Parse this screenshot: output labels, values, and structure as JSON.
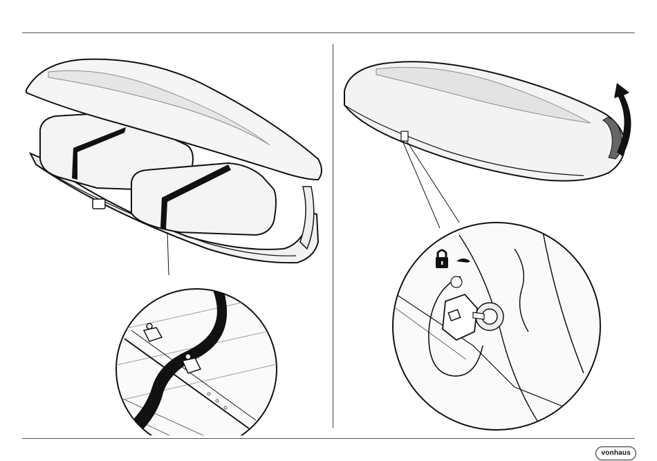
{
  "footer": {
    "brand_logo_text": "vonhaus"
  },
  "figures": [
    {
      "panel": "left",
      "icons": [
        "roof-box-open",
        "luggage-strap",
        "mounting-clamp-detail"
      ]
    },
    {
      "panel": "right",
      "icons": [
        "roof-box-closed",
        "lock-icon",
        "rotate-arrow",
        "key-lock-detail"
      ]
    }
  ]
}
